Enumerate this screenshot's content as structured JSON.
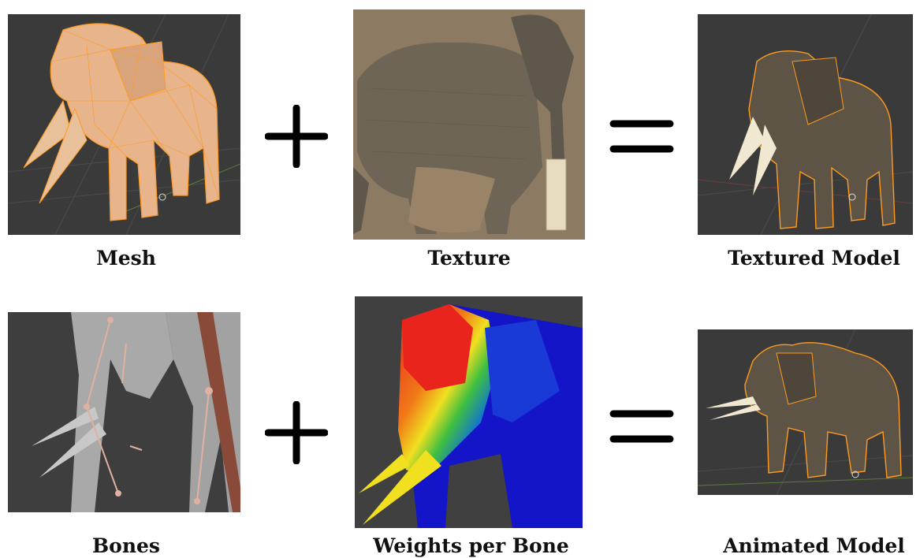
{
  "row1": {
    "mesh_caption": "Mesh",
    "texture_caption": "Texture",
    "textured_model_caption": "Textured Model"
  },
  "row2": {
    "bones_caption": "Bones",
    "weights_caption": "Weights per Bone",
    "animated_model_caption": "Animated Model"
  },
  "colors": {
    "viewport_bg": "#3a3a3a",
    "wire_orange": "#ff9a1f",
    "mesh_skin": "#e8b48c",
    "texture_bg": "#8c7a62",
    "hide": "#6e6557",
    "bone": "#e0b0a0",
    "heat_red": "#e8241c",
    "heat_blue": "#1414c8",
    "tusk": "#f0e070"
  }
}
